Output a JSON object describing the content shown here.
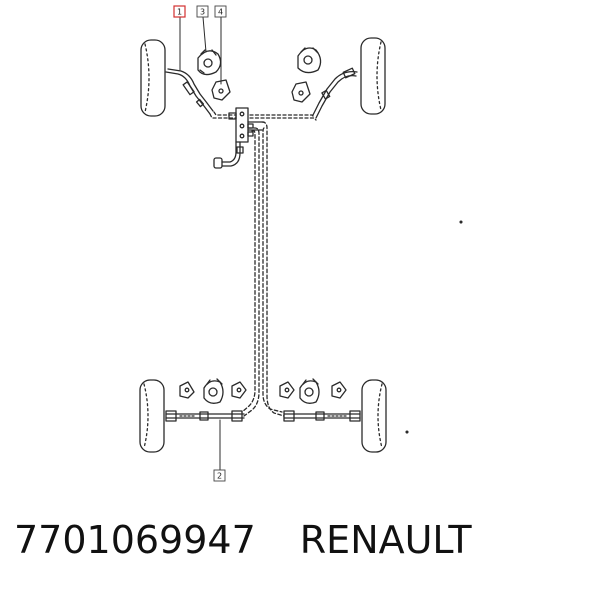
{
  "callouts": [
    {
      "label": "1",
      "highlight": true
    },
    {
      "label": "3",
      "highlight": false
    },
    {
      "label": "4",
      "highlight": false
    },
    {
      "label": "2",
      "highlight": false
    }
  ],
  "caption": {
    "part_number": "7701069947",
    "brand": "RENAULT"
  },
  "colors": {
    "line": "#2b2b2b",
    "highlight": "#d23030",
    "background": "#ffffff"
  }
}
